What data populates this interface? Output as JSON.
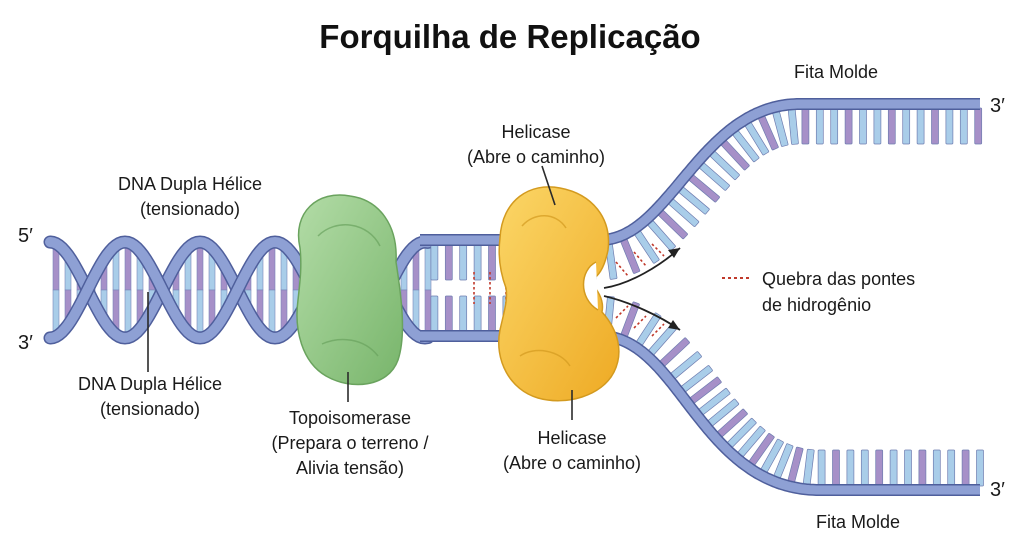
{
  "title": "Forquilha de Replicação",
  "labels": {
    "helix_top": [
      "DNA Dupla Hélice",
      "(tensionado)"
    ],
    "helix_bottom": [
      "DNA Dupla Hélice",
      "(tensionado)"
    ],
    "topoisomerase": [
      "Topoisomerase",
      "(Prepara o terreno /",
      "Alivia tensão)"
    ],
    "helicase_top": [
      "Helicase",
      "(Abre o caminho)"
    ],
    "helicase_bottom": [
      "Helicase",
      "(Abre o caminho)"
    ],
    "legend_hbond": [
      "Quebra das pontes",
      "de hidrogênio"
    ],
    "template_top": "Fita Molde",
    "template_bottom": "Fita Molde",
    "end_5_left": "5′",
    "end_3_left": "3′",
    "end_3_top_right": "3′",
    "end_3_bottom_right": "3′"
  },
  "colors": {
    "backbone_fill": "#8ea0d4",
    "backbone_stroke": "#4f5f9c",
    "base_blue": "#a9cde9",
    "base_purple": "#a690c8",
    "topoisomerase": "#95c98a",
    "helicase": "#f6c443",
    "hbond": "#c0392b"
  }
}
